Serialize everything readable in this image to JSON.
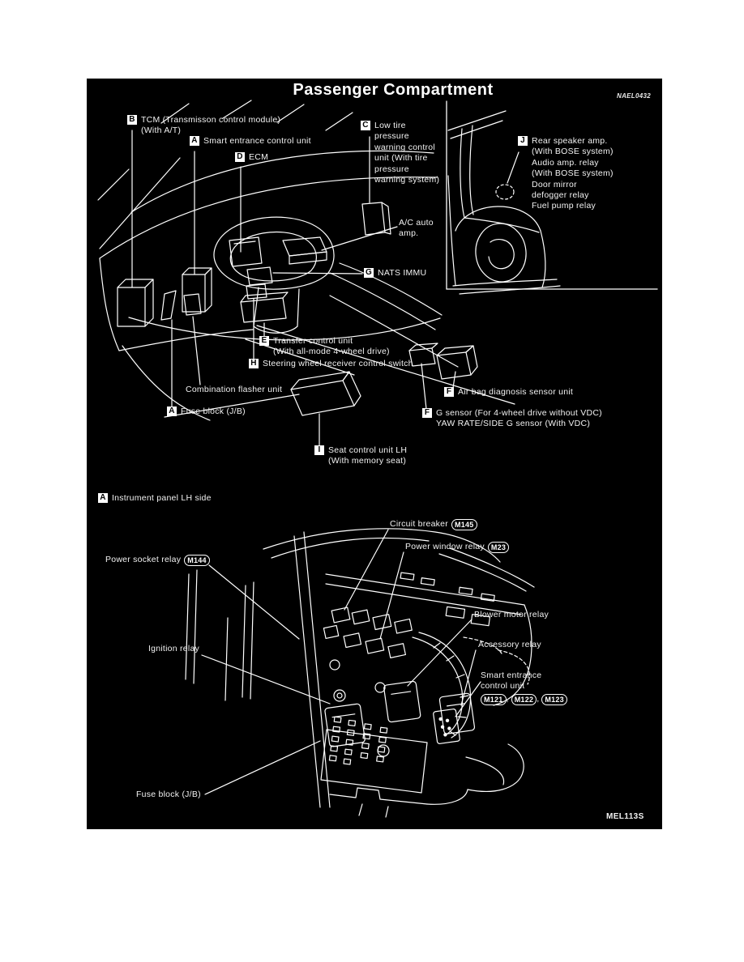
{
  "figure": {
    "title": "Passenger Compartment",
    "code_top": "NAEL0432",
    "code_bottom": "MEL113S"
  },
  "colors": {
    "page_background": "#ffffff",
    "panel_background": "#000000",
    "ink": "#ffffff"
  },
  "icons": {
    "letter_badge_style": "white-square-black-letter",
    "connector_ref_style": "white-outline-stadium"
  },
  "callouts_upper": {
    "tcm": {
      "badge": "B",
      "line1": "TCM (Transmisson control module)",
      "line2": "(With A/T)"
    },
    "smart_entrance": {
      "badge": "A",
      "line1": "Smart entrance control unit"
    },
    "ecm": {
      "badge": "D",
      "line1": "ECM"
    },
    "low_tire": {
      "badge": "C",
      "line1": "Low tire",
      "line2": "pressure",
      "line3": "warning control",
      "line4": "unit (With tire",
      "line5": "pressure",
      "line6": "warning system)"
    },
    "rear_speaker": {
      "badge": "J",
      "line1": "Rear speaker amp.",
      "line2": "(With BOSE system)",
      "line3": "Audio amp. relay",
      "line4": "(With BOSE system)",
      "line5": "Door mirror",
      "line6": "defogger relay",
      "line7": "Fuel pump relay"
    },
    "ac_auto_amp": {
      "line1": "A/C auto",
      "line2": "amp."
    },
    "nats_immu": {
      "badge": "G",
      "line1": "NATS IMMU"
    },
    "transfer_control": {
      "badge": "E",
      "line1": "Transfer control unit",
      "line2": "(With all-mode 4-wheel drive)"
    },
    "steering_receiver": {
      "badge": "H",
      "line1": "Steering wheel receiver control switch"
    },
    "combination_flasher": {
      "line1": "Combination flasher unit"
    },
    "fuse_block_upper": {
      "badge": "A",
      "line1": "Fuse block (J/B)"
    },
    "air_bag": {
      "badge": "F",
      "line1": "Air bag diagnosis sensor unit"
    },
    "g_sensor": {
      "badge": "F",
      "line1": "G sensor (For 4-wheel drive without VDC)",
      "line2": "YAW RATE/SIDE G sensor (With VDC)"
    },
    "seat_control": {
      "badge": "I",
      "line1": "Seat control unit LH",
      "line2": "(With memory seat)"
    }
  },
  "section_header": {
    "badge": "A",
    "label": "Instrument panel LH side"
  },
  "callouts_lower": {
    "circuit_breaker": {
      "label": "Circuit breaker",
      "connector": "M145"
    },
    "power_window_relay": {
      "label": "Power window relay",
      "connector": "M23"
    },
    "power_socket_relay": {
      "label": "Power socket relay",
      "connector": "M144"
    },
    "blower_motor_relay": {
      "label": "Blower motor relay"
    },
    "accessory_relay": {
      "label": "Accessory relay"
    },
    "ignition_relay": {
      "label": "Ignition relay"
    },
    "smart_entrance_unit": {
      "line1": "Smart entrance",
      "line2": "control unit",
      "connector1": "M121",
      "connector2": "M122",
      "connector3": "M123",
      "sep": ","
    },
    "fuse_block_lower": {
      "label": "Fuse block (J/B)"
    }
  }
}
